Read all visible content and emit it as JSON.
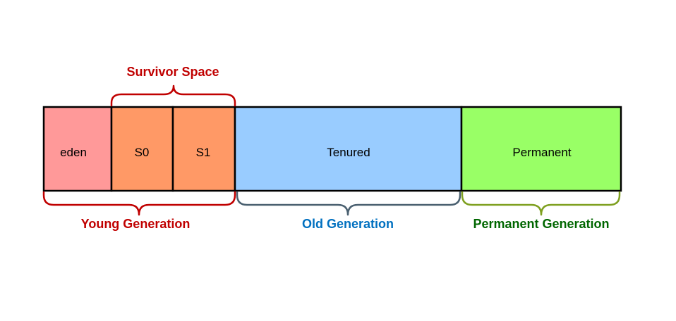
{
  "segments": [
    {
      "id": "eden",
      "label": "eden",
      "color": "#ff9999"
    },
    {
      "id": "s0",
      "label": "S0",
      "color": "#ff9966"
    },
    {
      "id": "s1",
      "label": "S1",
      "color": "#ff9966"
    },
    {
      "id": "tenured",
      "label": "Tenured",
      "color": "#99ccff"
    },
    {
      "id": "permanent",
      "label": "Permanent",
      "color": "#99ff66"
    }
  ],
  "braces": {
    "survivor": {
      "label": "Survivor Space",
      "color": "#c00000"
    },
    "young": {
      "label": "Young Generation",
      "color": "#c00000"
    },
    "old": {
      "label": "Old Generation",
      "stroke_color": "#4a6070",
      "label_color": "#0070c0"
    },
    "permanent": {
      "label": "Permanent Generation",
      "stroke_color": "#7fa020",
      "label_color": "#006600"
    }
  }
}
